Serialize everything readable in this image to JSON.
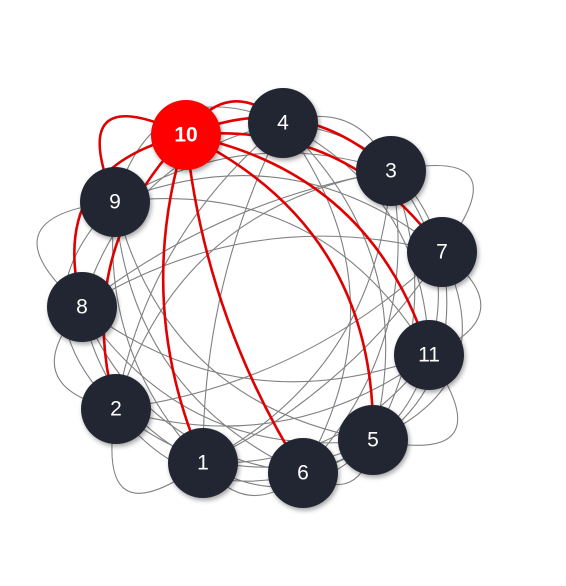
{
  "graph": {
    "highlighted_node": "10",
    "colors": {
      "node_fill": "#232833",
      "highlight_fill": "#ff0000",
      "edge": "#808080",
      "highlight_edge": "#e00000",
      "label": "#ffffff"
    },
    "nodes": [
      {
        "id": "10",
        "label": "10"
      },
      {
        "id": "4",
        "label": "4"
      },
      {
        "id": "3",
        "label": "3"
      },
      {
        "id": "7",
        "label": "7"
      },
      {
        "id": "11",
        "label": "11"
      },
      {
        "id": "5",
        "label": "5"
      },
      {
        "id": "6",
        "label": "6"
      },
      {
        "id": "1",
        "label": "1"
      },
      {
        "id": "2",
        "label": "2"
      },
      {
        "id": "8",
        "label": "8"
      },
      {
        "id": "9",
        "label": "9"
      }
    ],
    "edges": [
      [
        "10",
        "4"
      ],
      [
        "10",
        "3"
      ],
      [
        "10",
        "7"
      ],
      [
        "10",
        "11"
      ],
      [
        "10",
        "5"
      ],
      [
        "10",
        "6"
      ],
      [
        "10",
        "1"
      ],
      [
        "10",
        "2"
      ],
      [
        "10",
        "8"
      ],
      [
        "10",
        "9"
      ],
      [
        "4",
        "3"
      ],
      [
        "4",
        "7"
      ],
      [
        "4",
        "11"
      ],
      [
        "4",
        "5"
      ],
      [
        "4",
        "6"
      ],
      [
        "4",
        "1"
      ],
      [
        "4",
        "2"
      ],
      [
        "4",
        "8"
      ],
      [
        "4",
        "9"
      ],
      [
        "3",
        "7"
      ],
      [
        "3",
        "11"
      ],
      [
        "3",
        "5"
      ],
      [
        "3",
        "6"
      ],
      [
        "3",
        "1"
      ],
      [
        "3",
        "2"
      ],
      [
        "3",
        "8"
      ],
      [
        "3",
        "9"
      ],
      [
        "7",
        "11"
      ],
      [
        "7",
        "5"
      ],
      [
        "7",
        "6"
      ],
      [
        "7",
        "1"
      ],
      [
        "7",
        "2"
      ],
      [
        "7",
        "8"
      ],
      [
        "7",
        "9"
      ],
      [
        "11",
        "5"
      ],
      [
        "11",
        "6"
      ],
      [
        "11",
        "1"
      ],
      [
        "11",
        "2"
      ],
      [
        "11",
        "8"
      ],
      [
        "11",
        "9"
      ],
      [
        "5",
        "6"
      ],
      [
        "5",
        "1"
      ],
      [
        "5",
        "2"
      ],
      [
        "5",
        "8"
      ],
      [
        "5",
        "9"
      ],
      [
        "6",
        "1"
      ],
      [
        "6",
        "2"
      ],
      [
        "6",
        "8"
      ],
      [
        "6",
        "9"
      ],
      [
        "1",
        "2"
      ],
      [
        "1",
        "8"
      ],
      [
        "1",
        "9"
      ],
      [
        "2",
        "8"
      ],
      [
        "2",
        "9"
      ],
      [
        "8",
        "9"
      ]
    ]
  }
}
